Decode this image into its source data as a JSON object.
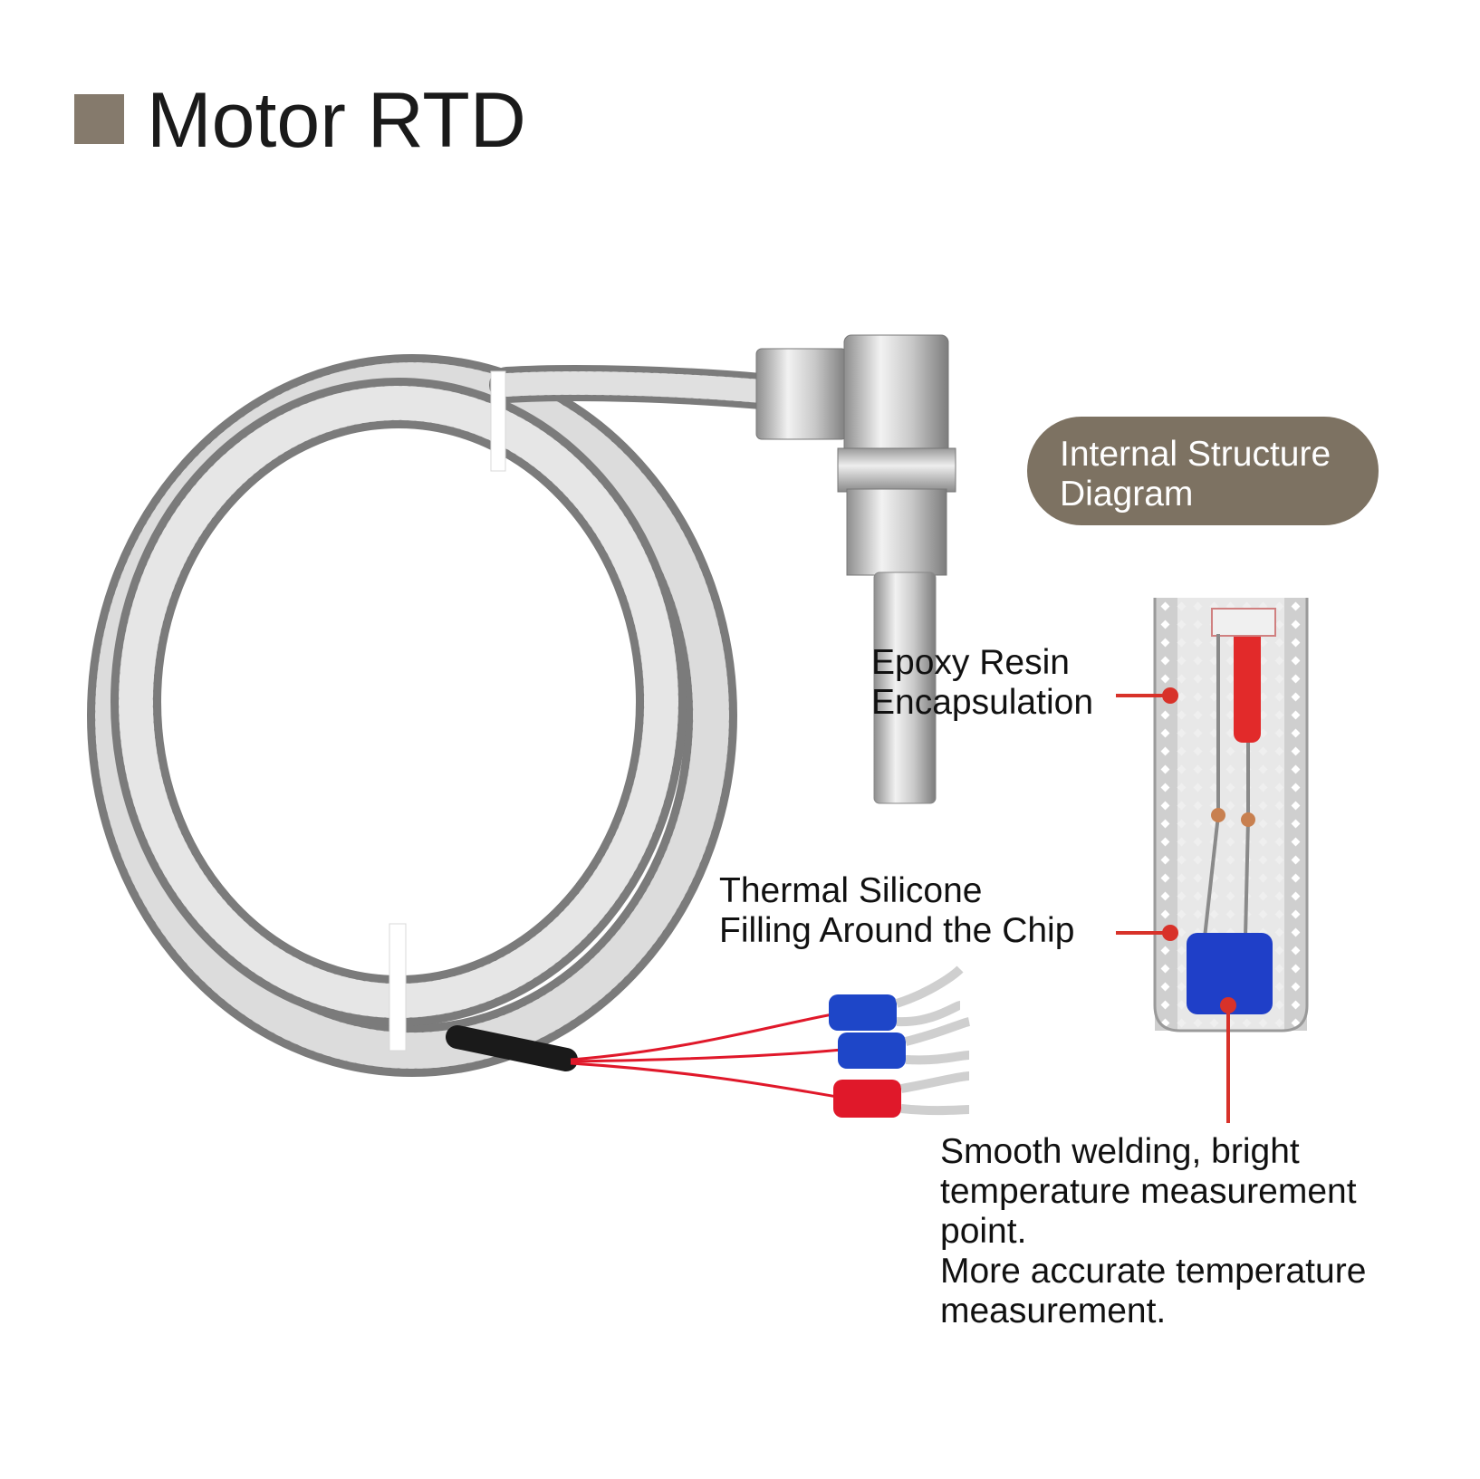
{
  "title": "Motor RTD",
  "badge": {
    "line1": "Internal Structure",
    "line2": "Diagram"
  },
  "callouts": {
    "epoxy": {
      "line1": "Epoxy Resin",
      "line2": "Encapsulation"
    },
    "silicone": {
      "line1": "Thermal Silicone",
      "line2": "Filling Around the Chip"
    },
    "welding": {
      "line1": "Smooth welding, bright",
      "line2": "temperature measurement",
      "line3": "point.",
      "line4": "More accurate temperature",
      "line5": "measurement."
    }
  },
  "colors": {
    "accent": "#857a6c",
    "badge": "#7d7262",
    "callout_line": "#d8322a",
    "terminal_blue": "#1e46c8",
    "terminal_red": "#e0182a"
  }
}
